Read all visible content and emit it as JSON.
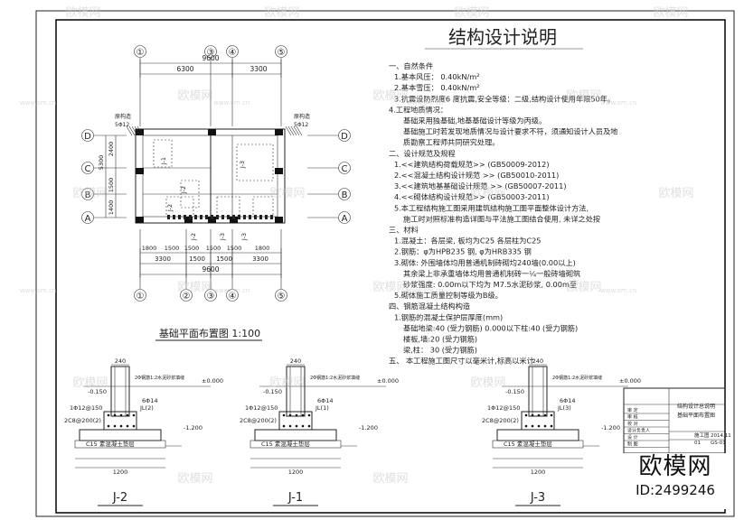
{
  "title": "结构设计说明",
  "notes": [
    "一、自然条件",
    "1.基本风压：  0.40kN/m²",
    "2.基本雪压：  0.40kN/m²",
    "3.抗震设防烈度6  度抗震,安全等级：二级,结构设计使用年限50年。",
    "4.工程地质情况：",
    "基础采用独基础,地基基础设计等级为丙级。",
    "基础施工时若发现地质情况与设计要求不符，须通知设计人员及地",
    "质勘察工程师共同研究处理。",
    "二、设计规范及规程",
    "1.<<建筑结构荷载规范>>         (GB50009-2012)",
    "2.<<混凝土结构设计规范 >>        (GB50010-2011)",
    "3.<<建筑地基基础设计规范 >>       (GB50007-2011)",
    "4.<<砌体结构设计规范>>          (GB50003-2011)",
    "5.本工程结构施工图采用建筑结构施工图平面整体设计方法,",
    "施工时对照标准构造详图与平法施工图结合使用, 未详之处按",
    "三、材料",
    "1.混凝土：各层梁, 板均为C25 各层柱为C25",
    "2.钢筋：φ为HPB235  钢, φ为HRB335  钢",
    "3.砌体: 外围墙体均用普通机制砖砌均240墙(0.00以上)",
    "其余梁上非承重墙体均用普通机制砖一¼一般砖墙砌筑",
    "砂浆强度: 0.00m以下均为 M7.5水泥砂浆, 0.00m至",
    "5.砌体施工质量控制等级为B级。",
    "四、钢筋混凝土结构构造",
    "1.钢筋的混凝土保护层厚度(mm)",
    "基础地梁:40 (受力钢筋)  0.000以下柱:40 (受力钢筋)",
    "楼板,墙:20 (受力钢筋)",
    "梁,柱：  30 (受力钢筋)",
    "五、  本工程施工图尺寸以毫米计,标高以米计"
  ],
  "plan": {
    "caption": "基础平面布置图  1:100",
    "axes_top": [
      "①",
      "③",
      "④",
      "⑤"
    ],
    "axes_bottom": [
      "①",
      "②",
      "③",
      "④",
      "⑤"
    ],
    "axes_left": [
      "D",
      "C",
      "B",
      "A"
    ],
    "dims_top": [
      "9600",
      "6300",
      "3300"
    ],
    "dims_bottom_row1": [
      "1800",
      "1500",
      "1500",
      "1500",
      "1500",
      "1800"
    ],
    "dims_bottom_row2": [
      "3300",
      "1500",
      "1500",
      "3300"
    ],
    "dims_bottom_total": "9600",
    "dims_left": [
      "5300",
      "2400",
      "1500",
      "1400"
    ],
    "note_left": "原构造\n5Φ12",
    "note_right": "原构造\n5Φ12",
    "footing_labels": [
      "J-1",
      "J-2",
      "J-3",
      "J-2",
      "J-2",
      "J-3",
      "J-3"
    ]
  },
  "details": [
    {
      "caption": "J-2",
      "top_dim": "240",
      "bars": "1Φ12@150",
      "bar2": "2C8@200(2)",
      "ring": "JL(2)",
      "r2": "6Φ14",
      "level1": "±0.000",
      "level2": "-0.150",
      "level3": "-1.200",
      "pad": "C15 素混凝土垫层",
      "width": "1200",
      "note": "2Φ钢筋1:2水泥砂浆填缝"
    },
    {
      "caption": "J-1",
      "top_dim": "240",
      "bars": "1Φ12@150",
      "bar2": "2C8@200(2)",
      "ring": "JL(1)",
      "r2": "6Φ14",
      "level1": "±0.000",
      "level2": "-0.150",
      "level3": "-1.200",
      "pad": "C15 素混凝土垫层",
      "width": "1200",
      "note": "2Φ钢筋1:2水泥砂浆填缝"
    },
    {
      "caption": "J-3",
      "top_dim": "240",
      "bars": "1Φ12@150",
      "bar2": "2C8@200(2)",
      "ring": "JL(3)",
      "r2": "6Φ14",
      "level1": "±0.000",
      "level2": "-0.150",
      "level3": "-1.200",
      "pad": "C15 素混凝土垫层",
      "width": "1200",
      "note": "2Φ钢筋1:2水泥砂浆填缝"
    }
  ],
  "title_block": {
    "project": "结构设计总说明\n基础平面布置图",
    "rows": [
      "审 定",
      "审 核",
      "校 对",
      "设计负责人",
      "设 计",
      "制 图"
    ],
    "date": "2014.11",
    "sheet": "GS-01",
    "stage": "施工图",
    "num": "01"
  },
  "watermark": {
    "brand": "欧模网",
    "id": "ID:2499246",
    "site": "www.om.cn"
  }
}
